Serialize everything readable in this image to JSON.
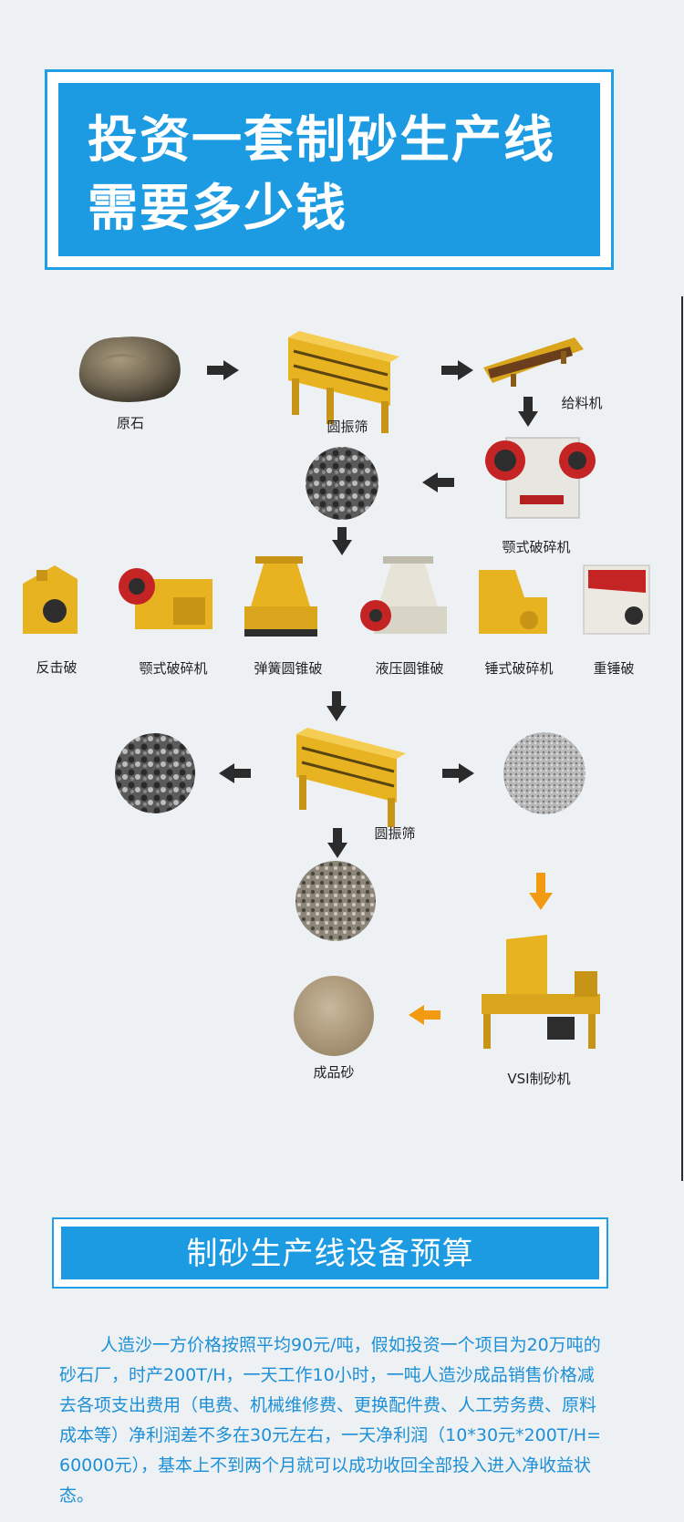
{
  "hero": {
    "title_line1": "投资一套制砂生产线",
    "title_line2": "需要多少钱"
  },
  "flow": {
    "labels": {
      "raw_stone": "原石",
      "vibrating_screen_1": "圆振筛",
      "feeder": "给料机",
      "jaw_crusher_main": "颚式破碎机",
      "impact_crusher": "反击破",
      "jaw_crusher": "颚式破碎机",
      "spring_cone_crusher": "弹簧圆锥破",
      "hydraulic_cone_crusher": "液压圆锥破",
      "hammer_crusher": "锤式破碎机",
      "heavy_hammer_crusher": "重锤破",
      "vibrating_screen_2": "圆振筛",
      "finished_sand": "成品砂",
      "vsi_sand_maker": "VSI制砂机"
    },
    "colors": {
      "machine_yellow": "#e8b321",
      "arrow_dark": "#2b2b2b",
      "arrow_orange": "#f29a12"
    }
  },
  "budget": {
    "heading": "制砂生产线设备预算",
    "paragraph": "人造沙一方价格按照平均90元/吨，假如投资一个项目为20万吨的砂石厂，时产200T/H，一天工作10小时，一吨人造沙成品销售价格减去各项支出费用（电费、机械维修费、更换配件费、人工劳务费、原料成本等）净利润差不多在30元左右，一天净利润（10*30元*200T/H=60000元），基本上不到两个月就可以成功收回全部投入进入净收益状态。"
  }
}
